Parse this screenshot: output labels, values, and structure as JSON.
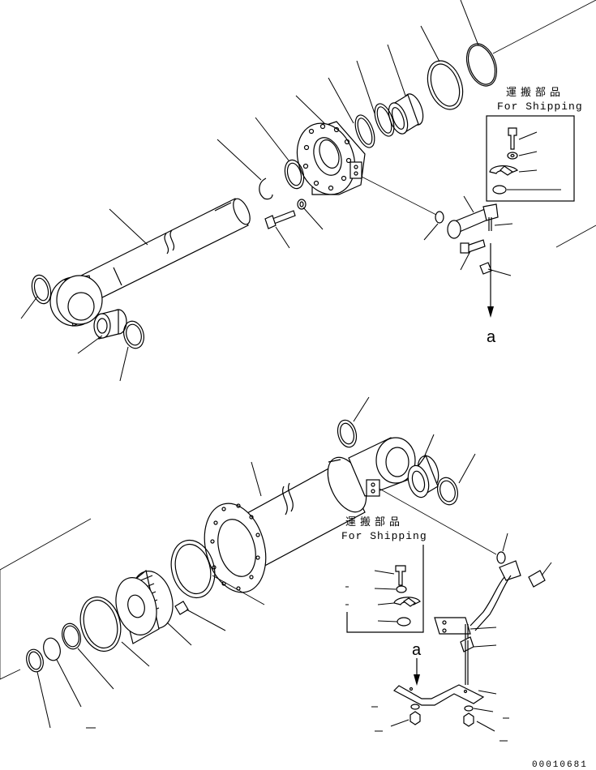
{
  "diagram": {
    "shipping_label_upper": {
      "jp": "運搬部品",
      "en": "For Shipping"
    },
    "shipping_label_lower": {
      "jp": "運搬部品",
      "en": "For Shipping"
    },
    "arrow_label_upper": "a",
    "arrow_label_lower": "a",
    "figure_code": "00010681"
  }
}
